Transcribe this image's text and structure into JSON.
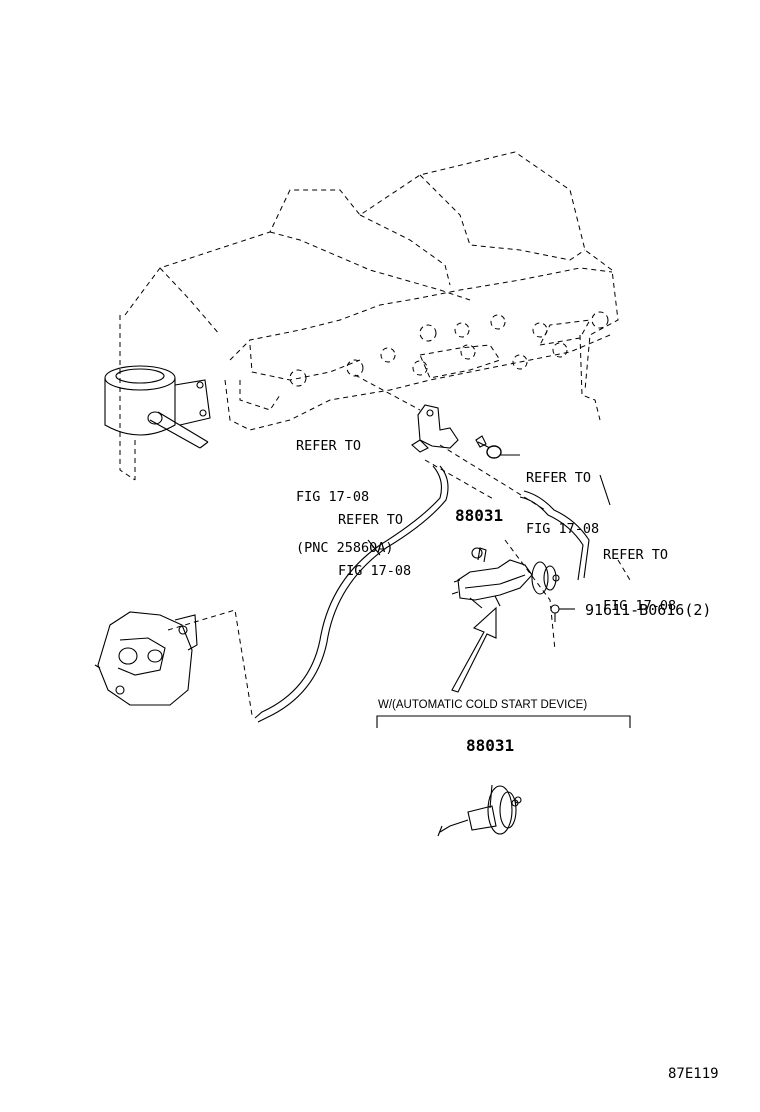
{
  "labels": {
    "refer_pnc": {
      "line1": "REFER TO",
      "line2": "FIG 17-08",
      "line3": "(PNC 25860A)"
    },
    "refer_bolt": {
      "line1": "REFER TO",
      "line2": "FIG 17-08"
    },
    "refer_hose_left": {
      "line1": "REFER TO",
      "line2": "FIG 17-08"
    },
    "refer_hose_right": {
      "line1": "REFER TO",
      "line2": "FIG 17-08"
    }
  },
  "parts": {
    "main_part": "88031",
    "bolt": "91611-B0616(2)",
    "variant_part": "88031"
  },
  "variant_note": "W/(AUTOMATIC COLD START DEVICE)",
  "figure_code": "87E119"
}
